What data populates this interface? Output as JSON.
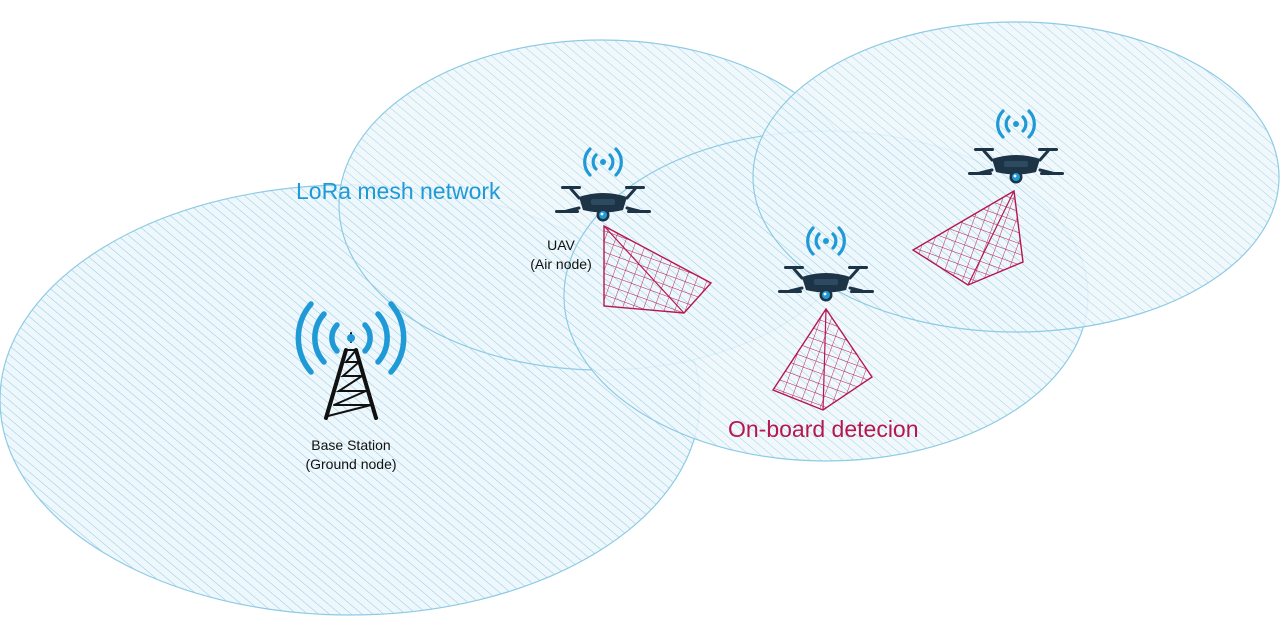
{
  "colors": {
    "coverage": "#5bb4d8",
    "coverage_fill": "#e8f4fa",
    "signal": "#1f9ad6",
    "drone": "#1d3446",
    "detection": "#b5174f",
    "tower": "#111111"
  },
  "labels": {
    "network": "LoRa mesh network",
    "detection": "On-board detecion",
    "uav_line1": "UAV",
    "uav_line2": "(Air node)",
    "base_line1": "Base Station",
    "base_line2": "(Ground node)"
  },
  "icons": [
    "radio-tower-icon",
    "drone-icon",
    "wifi-signal-icon"
  ]
}
